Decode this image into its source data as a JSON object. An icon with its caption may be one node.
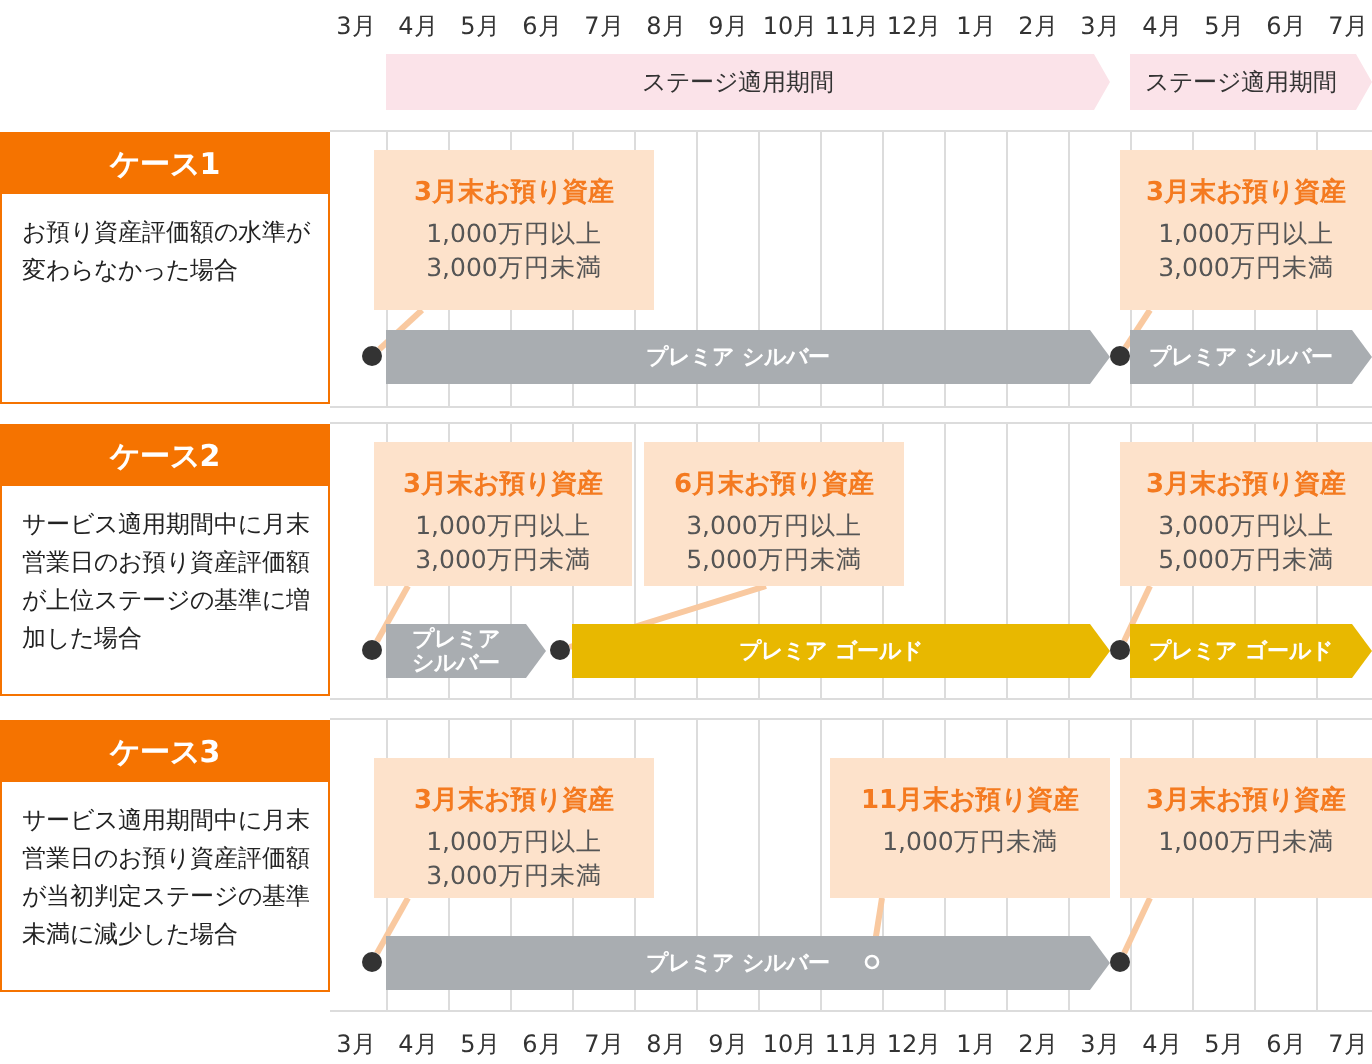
{
  "diagram": {
    "nodes": [
      {
        "text": [
          "ステージ適用期間"
        ]
      },
      {
        "text": [
          "ステージ適用期間"
        ]
      },
      {
        "text": [
          "ケース1",
          "お預り資産評価額の水準が変わらなかった場合"
        ]
      },
      {
        "text": [
          "3月末お預り資産",
          "1,000万円以上 3,000万円未満"
        ]
      },
      {
        "text": [
          "3月末お預り資産",
          "1,000万円以上 3,000万円未満"
        ]
      },
      {
        "text": [
          "プレミア シルバー"
        ]
      },
      {
        "text": [
          "プレミア シルバー"
        ]
      },
      {
        "text": [
          "ケース2",
          "サービス適用期間中に月末営業日のお預り資産評価額が上位ステージの基準に増加した場合"
        ]
      },
      {
        "text": [
          "3月末お預り資産",
          "1,000万円以上 3,000万円未満"
        ]
      },
      {
        "text": [
          "6月末お預り資産",
          "3,000万円以上 5,000万円未満"
        ]
      },
      {
        "text": [
          "3月末お預り資産",
          "3,000万円以上 5,000万円未満"
        ]
      },
      {
        "text": [
          "プレミアシルバー"
        ]
      },
      {
        "text": [
          "プレミア ゴールド"
        ]
      },
      {
        "text": [
          "プレミア ゴールド"
        ]
      },
      {
        "text": [
          "ケース3",
          "サービス適用期間中に月末営業日のお預り資産評価額が当初判定ステージの基準未満に減少した場合"
        ]
      },
      {
        "text": [
          "3月末お預り資産",
          "1,000万円以上 3,000万円未満"
        ]
      },
      {
        "text": [
          "11月末お預り資産",
          "1,000万円未満"
        ]
      },
      {
        "text": [
          "3月末お預り資産",
          "1,000万円未満"
        ]
      },
      {
        "text": [
          "プレミア シルバー"
        ]
      },
      {
        "text": [],
        "shape": "circle"
      },
      {
        "text": [],
        "shape": "circle"
      },
      {
        "text": [],
        "shape": "circle"
      },
      {
        "text": [],
        "shape": "circle"
      },
      {
        "text": [],
        "shape": "circle"
      },
      {
        "text": [],
        "shape": "circle"
      },
      {
        "text": [],
        "shape": "circle",
        "in": 18
      },
      {
        "text": [],
        "shape": "circle"
      }
    ],
    "edges": [
      {
        "from": 3,
        "to": 19,
        "arrow": "none"
      },
      {
        "from": 4,
        "to": 20,
        "arrow": "none"
      },
      {
        "from": 8,
        "to": 21,
        "arrow": "none"
      },
      {
        "from": 9,
        "to": 22,
        "arrow": "none"
      },
      {
        "from": 10,
        "to": 23,
        "arrow": "none"
      },
      {
        "from": 15,
        "to": 24,
        "arrow": "none"
      },
      {
        "from": 16,
        "to": 25,
        "arrow": "none"
      },
      {
        "from": 17,
        "to": 26,
        "arrow": "none"
      }
    ],
    "labels": [
      "3月",
      "4月",
      "5月",
      "6月",
      "7月",
      "8月",
      "9月",
      "10月",
      "11月",
      "12月",
      "1月",
      "2月",
      "3月",
      "4月",
      "5月",
      "6月",
      "7月",
      "3月",
      "4月",
      "5月",
      "6月",
      "7月",
      "8月",
      "9月",
      "10月",
      "11月",
      "12月",
      "1月",
      "2月",
      "3月",
      "4月",
      "5月",
      "6月",
      "7月"
    ]
  }
}
